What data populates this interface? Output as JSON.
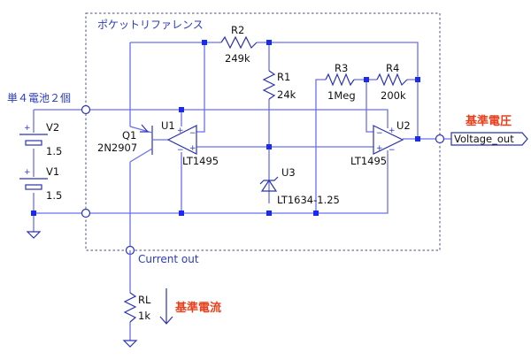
{
  "schematic": {
    "block_title": "ポケットリファレンス",
    "battery_label": "単４電池２個",
    "output_annotation": "基準電圧",
    "current_annotation": "基準電流",
    "output_port": "Voltage_out",
    "current_port": "Current out",
    "colors": {
      "wire": "#6a6ff0",
      "symbol": "#2a33b0",
      "junction": "#1a2af0",
      "annotation": "#e8401c",
      "box": "#6a6f9a"
    },
    "components": {
      "V1": {
        "ref": "V1",
        "value": "1.5"
      },
      "V2": {
        "ref": "V2",
        "value": "1.5"
      },
      "Q1": {
        "ref": "Q1",
        "value": "2N2907"
      },
      "U1": {
        "ref": "U1",
        "value": "LT1495"
      },
      "U2": {
        "ref": "U2",
        "value": "LT1495"
      },
      "U3": {
        "ref": "U3",
        "value": "LT1634-1.25"
      },
      "R1": {
        "ref": "R1",
        "value": "24k"
      },
      "R2": {
        "ref": "R2",
        "value": "249k"
      },
      "R3": {
        "ref": "R3",
        "value": "1Meg"
      },
      "R4": {
        "ref": "R4",
        "value": "200k"
      },
      "RL": {
        "ref": "RL",
        "value": "1k"
      }
    },
    "pin_signs": {
      "plus": "+",
      "minus": "−"
    }
  }
}
